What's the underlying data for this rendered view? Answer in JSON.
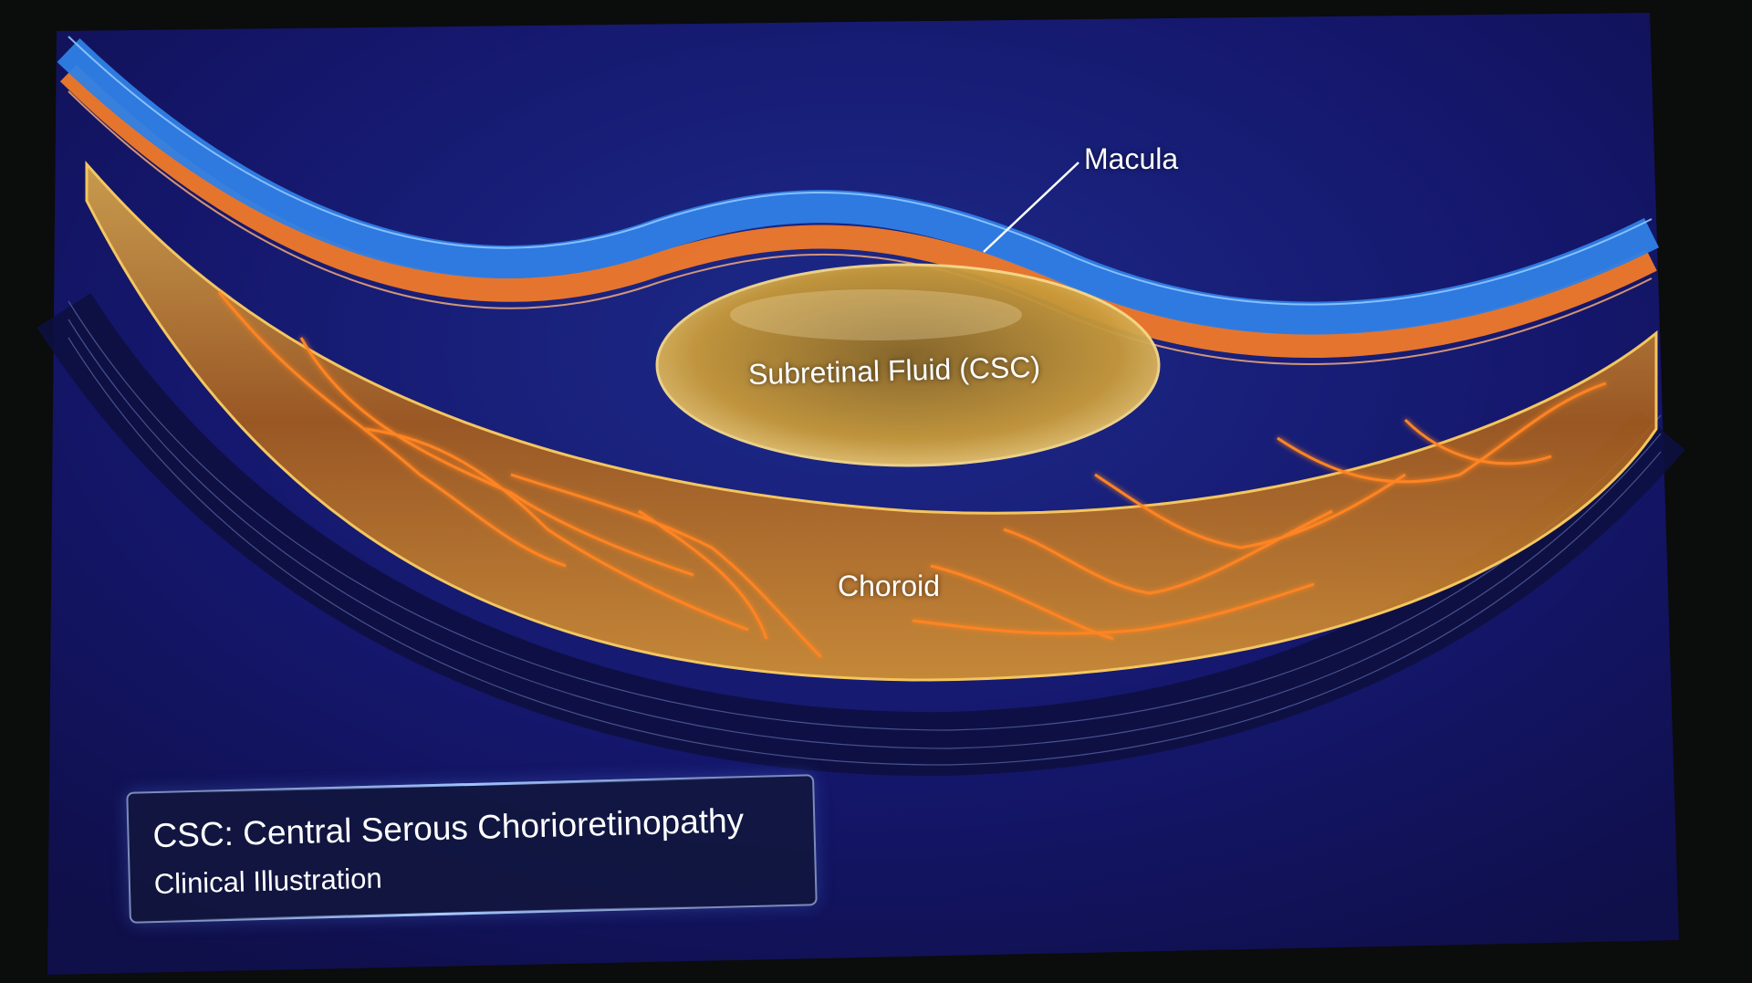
{
  "labels": {
    "macula": "Macula",
    "subretinal_fluid": "Subretinal Fluid (CSC)",
    "choroid": "Choroid"
  },
  "caption": {
    "title": "CSC: Central Serous Chorioretinopathy",
    "subtitle": "Clinical Illustration"
  },
  "colors": {
    "background": "#12135a",
    "retina_blue": "#2f7fe6",
    "rpe_orange": "#f07a2a",
    "choroid_gold": "#d9962e",
    "vessel_orange": "#ff7a1e",
    "fluid_gold": "#caa040",
    "bezel": "#0b0c0c"
  }
}
